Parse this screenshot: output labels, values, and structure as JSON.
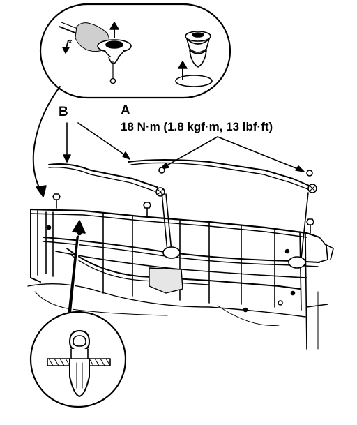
{
  "callouts": {
    "label_a": "A",
    "label_b": "B",
    "torque_spec": "18 N·m (1.8 kgf·m, 13 lbf·ft)"
  },
  "icons": {
    "upper_detail": "clip-removal-detail-icon",
    "lower_detail": "push-clip-detail-icon",
    "bolt": "bolt-icon"
  },
  "colors": {
    "line": "#000000",
    "background": "#ffffff"
  }
}
